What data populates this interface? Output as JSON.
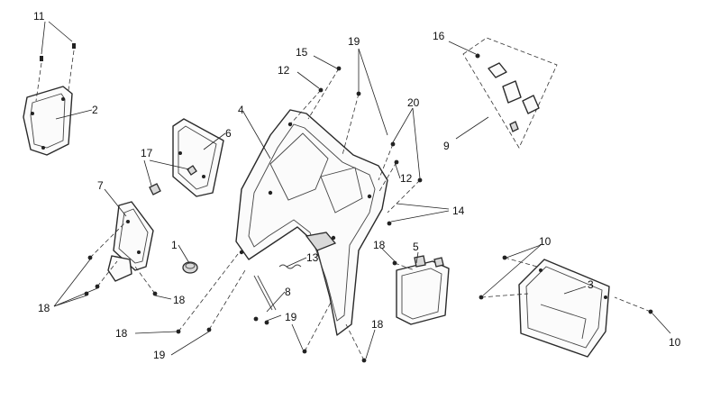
{
  "callouts": {
    "c1": "1",
    "c2": "2",
    "c3": "3",
    "c4": "4",
    "c5": "5",
    "c6": "6",
    "c7": "7",
    "c8": "8",
    "c9": "9",
    "c10a": "10",
    "c10b": "10",
    "c11": "11",
    "c12a": "12",
    "c12b": "12",
    "c13": "13",
    "c14": "14",
    "c15": "15",
    "c16": "16",
    "c17": "17",
    "c18a": "18",
    "c18b": "18",
    "c18c": "18",
    "c18d": "18",
    "c18e": "18",
    "c19a": "19",
    "c19b": "19",
    "c19c": "19",
    "c20": "20"
  }
}
